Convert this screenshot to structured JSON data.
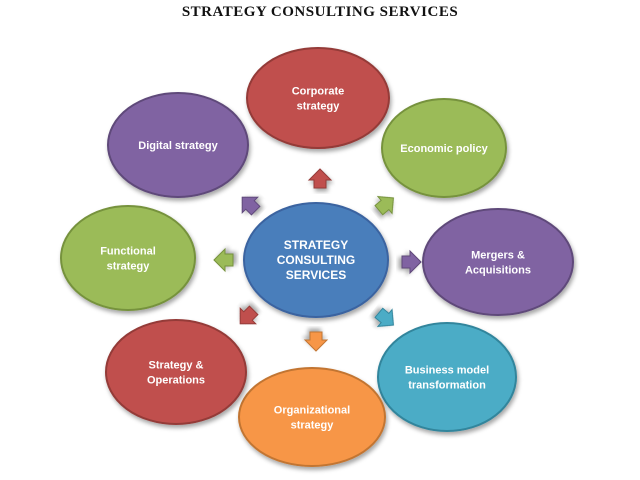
{
  "title": "STRATEGY CONSULTING SERVICES",
  "center": {
    "lines": [
      "STRATEGY",
      "CONSULTING",
      "SERVICES"
    ],
    "color": "#4a7ebb",
    "stroke": "#3a64a0"
  },
  "nodes": [
    {
      "id": "corporate-strategy",
      "lines": [
        "Corporate",
        "strategy"
      ],
      "color": "#c0504d",
      "stroke": "#943a38"
    },
    {
      "id": "economic-policy",
      "lines": [
        "Economic policy"
      ],
      "color": "#9bbb59",
      "stroke": "#76923c"
    },
    {
      "id": "mergers-acquisitions",
      "lines": [
        "Mergers &",
        "Acquisitions"
      ],
      "color": "#8064a2",
      "stroke": "#5f497a"
    },
    {
      "id": "business-model-transformation",
      "lines": [
        "Business model",
        "transformation"
      ],
      "color": "#4bacc6",
      "stroke": "#31859c"
    },
    {
      "id": "organizational-strategy",
      "lines": [
        "Organizational",
        "strategy"
      ],
      "color": "#f79646",
      "stroke": "#c27532"
    },
    {
      "id": "strategy-operations",
      "lines": [
        "Strategy &",
        "Operations"
      ],
      "color": "#c0504d",
      "stroke": "#943a38"
    },
    {
      "id": "functional-strategy",
      "lines": [
        "Functional",
        "strategy"
      ],
      "color": "#9bbb59",
      "stroke": "#76923c"
    },
    {
      "id": "digital-strategy",
      "lines": [
        "Digital strategy"
      ],
      "color": "#8064a2",
      "stroke": "#5f497a"
    }
  ]
}
